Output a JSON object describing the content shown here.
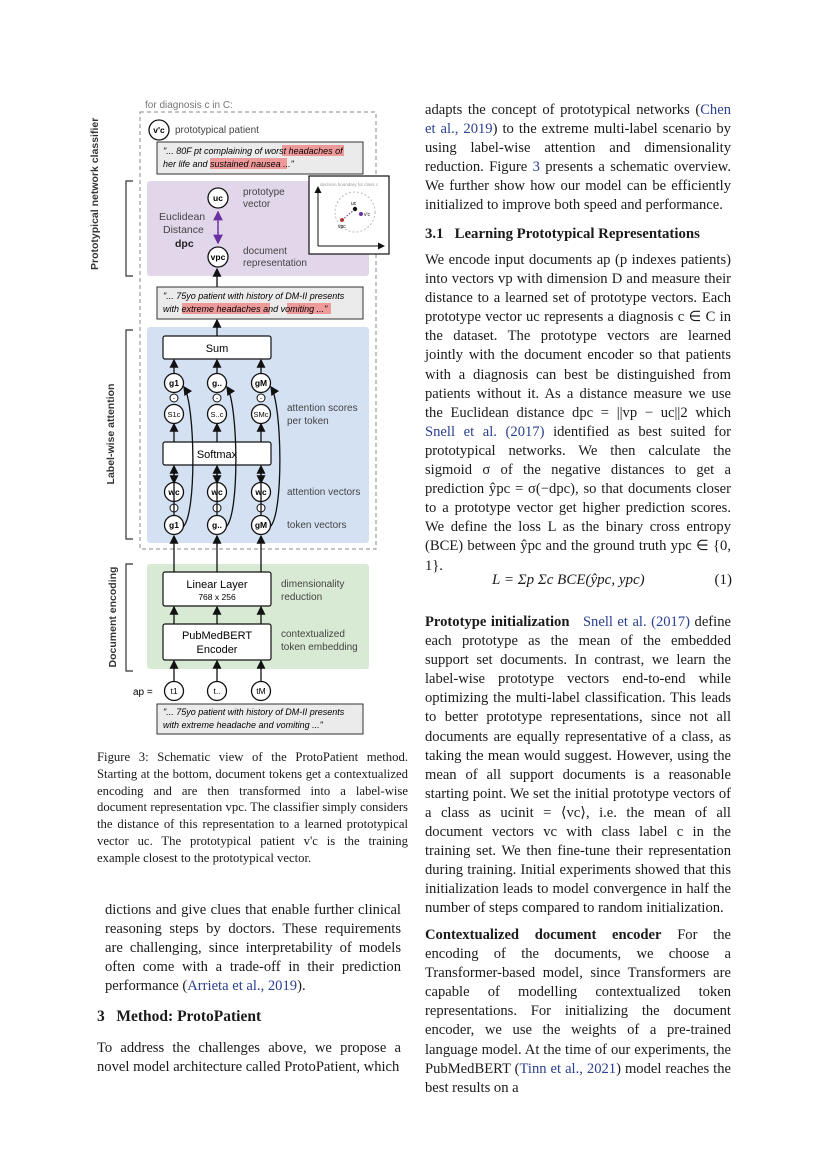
{
  "figure": {
    "for_diagnosis": "for diagnosis c in C:",
    "proto_patient_node": "v'c",
    "proto_patient_label": "prototypical patient",
    "proto_quote_a": "\"... 80F pt complaining of ",
    "proto_quote_hl1": "worst headaches",
    "proto_quote_b": " of",
    "proto_quote_c": "her life and ",
    "proto_quote_hl2": "sustained nausea",
    "proto_quote_d": " ...\"",
    "side_classifier": "Prototypical network classifier",
    "side_attention": "Label-wise attention",
    "side_encoding": "Document encoding",
    "euclid_1": "Euclidean",
    "euclid_2": "Distance",
    "euclid_3": "dpc",
    "uc_node": "uc",
    "prototype_1": "prototype",
    "prototype_2": "vector",
    "vpc_node": "vpc",
    "docrep_1": "document",
    "docrep_2": "representation",
    "inset_title": "decision boundary for class c",
    "inset_uc": "uc",
    "inset_vc": "v'c",
    "inset_vpc": "vpc",
    "doc_quote_a": "\"... 75yo patient with history of DM-II presents",
    "doc_quote_b": "with ",
    "doc_quote_hl1": "extreme headaches",
    "doc_quote_c": " and ",
    "doc_quote_hl2": "vomiting",
    "doc_quote_d": " ...\"",
    "sum": "Sum",
    "g_top": [
      "g1",
      "g..",
      "gM"
    ],
    "s_nodes": [
      "S1c",
      "S..c",
      "SMc"
    ],
    "attention_scores_1": "attention scores",
    "attention_scores_2": "per token",
    "softmax": "Softmax",
    "w_nodes": [
      "wc",
      "wc",
      "wc"
    ],
    "attention_vectors": "attention vectors",
    "g_bottom": [
      "g1",
      "g..",
      "gM"
    ],
    "token_vectors": "token vectors",
    "dot": "·",
    "linear_1": "Linear Layer",
    "linear_2": "768 x 256",
    "dimred_1": "dimensionality",
    "dimred_2": "reduction",
    "pubmed_1": "PubMedBERT",
    "pubmed_2": "Encoder",
    "ctx_1": "contextualized",
    "ctx_2": "token embedding",
    "ap_label": "ap =",
    "t_nodes": [
      "t1",
      "t..",
      "tM"
    ],
    "input_quote_1": "\"... 75yo patient with history of DM-II presents",
    "input_quote_2": "with extreme headache and vomiting ...\""
  },
  "colors": {
    "classifier_bg": "#e2d6ea",
    "attention_bg": "#d3e1f3",
    "encoding_bg": "#d8ead3",
    "highlight": "#ef9a9a",
    "citation": "#2a3f8f"
  },
  "caption": "Figure 3: Schematic view of the ProtoPatient method. Starting at the bottom, document tokens get a contextualized encoding and are then transformed into a label-wise document representation vpc. The classifier simply considers the distance of this representation to a learned prototypical vector uc. The prototypical patient v'c is the training example closest to the prototypical vector.",
  "left_col": {
    "p1": "dictions and give clues that enable further clinical reasoning steps by doctors. These requirements are challenging, since interpretability of models often come with a trade-off in their prediction performance (",
    "p1_cite": "Arrieta et al., 2019",
    "p1_end": ").",
    "sec_num": "3",
    "sec_title": "Method: ProtoPatient",
    "p2": "To address the challenges above, we propose a novel model architecture called ProtoPatient, which"
  },
  "right_col": {
    "p0a": "adapts the concept of prototypical networks (",
    "p0_cite": "Chen et al., 2019",
    "p0b": ") to the extreme multi-label scenario by using label-wise attention and dimensionality reduction. Figure ",
    "p0_fig": "3",
    "p0c": " presents a schematic overview. We further show how our model can be efficiently initialized to improve both speed and performance.",
    "sub_num": "3.1",
    "sub_title": "Learning Prototypical Representations",
    "p1a": "We encode input documents ap (p indexes patients) into vectors vp with dimension D and measure their distance to a learned set of prototype vectors. Each prototype vector uc represents a diagnosis c ∈ C in the dataset. The prototype vectors are learned jointly with the document encoder so that patients with a diagnosis can best be distinguished from patients without it. As a distance measure we use the Euclidean distance dpc = ||vp − uc||2 which ",
    "p1_cite": "Snell et al. (2017)",
    "p1b": " identified as best suited for prototypical networks. We then calculate the sigmoid σ of the negative distances to get a prediction ŷpc = σ(−dpc), so that documents closer to a prototype vector get higher prediction scores. We define the loss L as the binary cross entropy (BCE) between ŷpc and the ground truth ypc ∈ {0, 1}.",
    "eq": "L = Σp Σc BCE(ŷpc, ypc)",
    "eq_num": "(1)",
    "p2_head": "Prototype initialization",
    "p2_cite": "Snell et al. (2017)",
    "p2": " define each prototype as the mean of the embedded support set documents. In contrast, we learn the label-wise prototype vectors end-to-end while optimizing the multi-label classification. This leads to better prototype representations, since not all documents are equally representative of a class, as taking the mean would suggest. However, using the mean of all support documents is a reasonable starting point. We set the initial prototype vectors of a class as ucinit = ⟨vc⟩, i.e. the mean of all document vectors vc with class label c in the training set. We then fine-tune their representation during training. Initial experiments showed that this initialization leads to model convergence in half the number of steps compared to random initialization.",
    "p3_head": "Contextualized document encoder",
    "p3a": " For the encoding of the documents, we choose a Transformer-based model, since Transformers are capable of modelling contextualized token representations. For initializing the document encoder, we use the weights of a pre-trained language model. At the time of our experiments, the PubMedBERT (",
    "p3_cite": "Tinn et al., 2021",
    "p3b": ") model reaches the best results on a"
  }
}
